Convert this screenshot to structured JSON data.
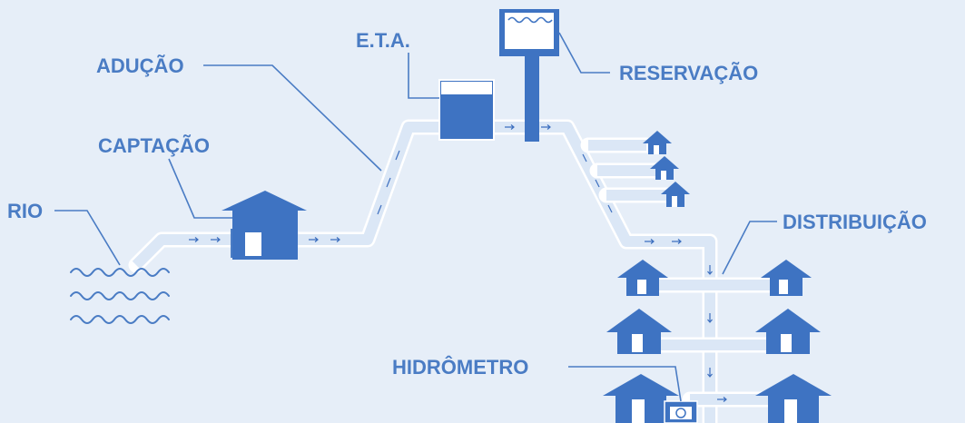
{
  "labels": {
    "rio": "RIO",
    "captacao": "CAPTAÇÃO",
    "aducao": "ADUÇÃO",
    "eta": "E.T.A.",
    "reservacao": "RESERVAÇÃO",
    "distribuicao": "DISTRIBUIÇÃO",
    "hidrometro": "HIDRÔMETRO"
  },
  "colors": {
    "background": "#e6eef8",
    "accent": "#4a7cc4",
    "building": "#3e73c2",
    "pipe": "#dbe7f6"
  },
  "icons": [
    "river-waves-icon",
    "pump-house-icon",
    "treatment-plant-icon",
    "water-tower-icon",
    "house-icon",
    "water-meter-icon"
  ]
}
